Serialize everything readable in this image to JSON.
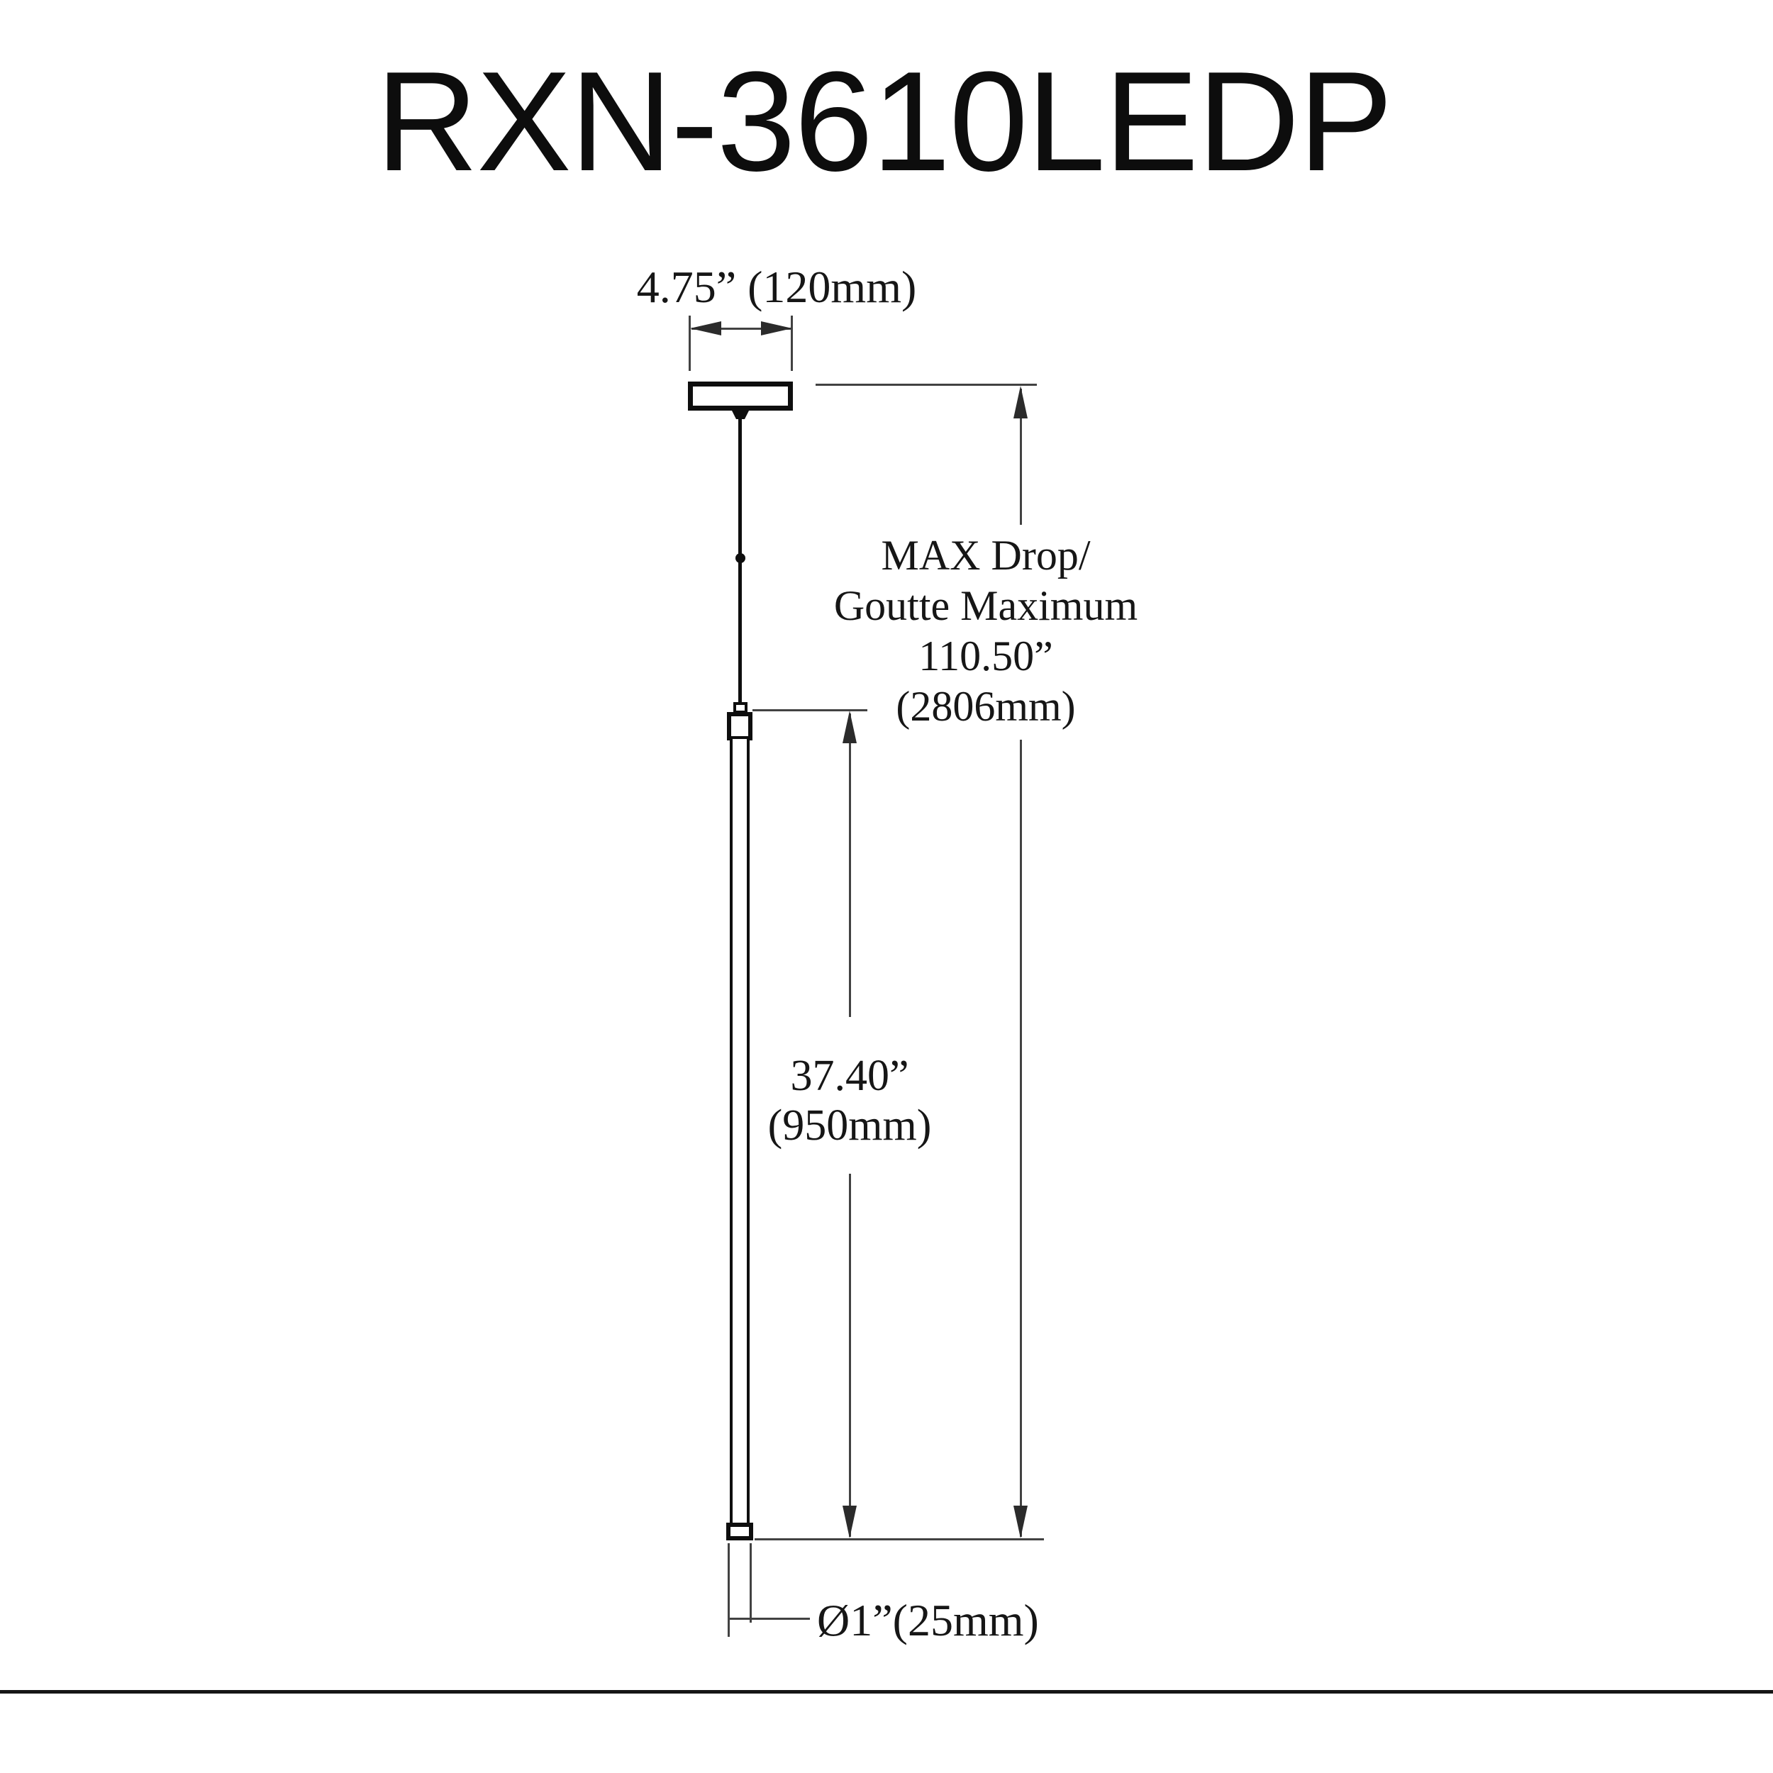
{
  "title": "RXN-3610LEDP",
  "dimensions": {
    "canopy_width_label": "4.75” (120mm)",
    "max_drop_line1": "MAX Drop/",
    "max_drop_line2": "Goutte Maximum",
    "max_drop_line3": "110.50”",
    "max_drop_line4": "(2806mm)",
    "fixture_height_line1": "37.40”",
    "fixture_height_line2": "(950mm)",
    "diameter_label": "Ø1”(25mm)"
  }
}
